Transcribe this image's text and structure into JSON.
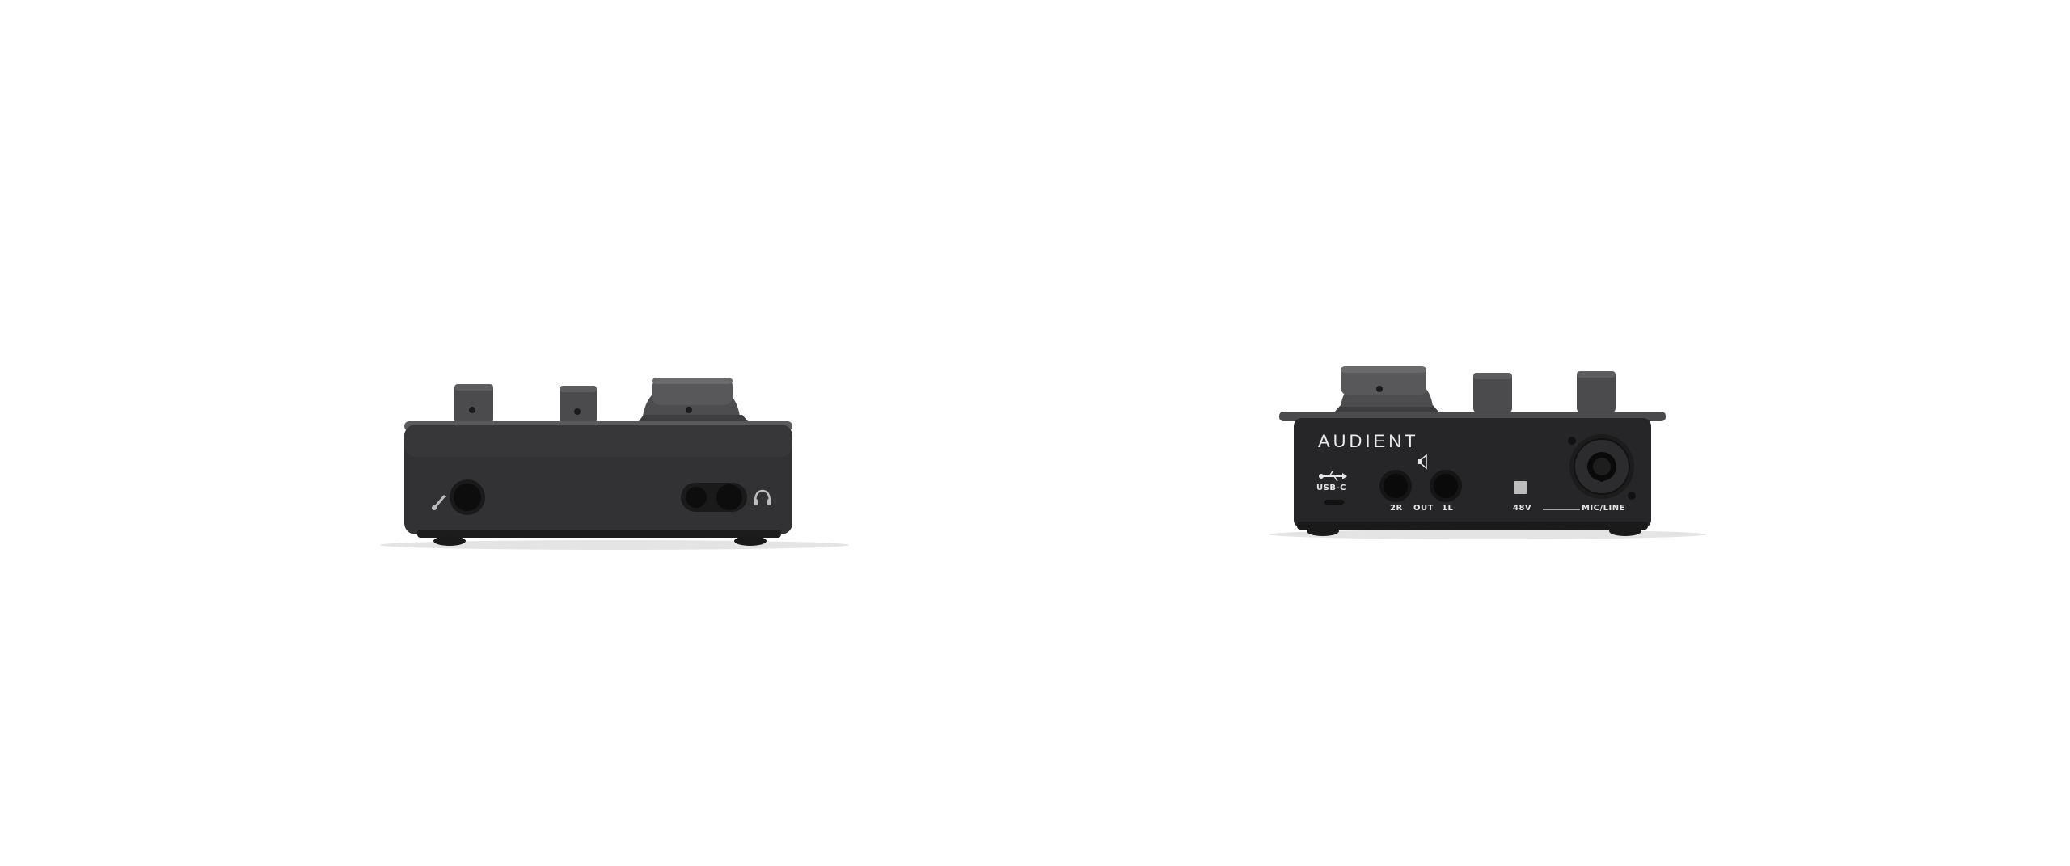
{
  "scene": {
    "description_free": true,
    "background_color": "#ffffff",
    "body_color": "#2f2f31",
    "knob_color": "#4a4a4c"
  },
  "rear_panel": {
    "brand": "AUDIENT",
    "usb_label": "USB-C",
    "out_labels": {
      "right": "2R",
      "center": "OUT",
      "left": "1L"
    },
    "phantom_label": "48V",
    "input_label": "MIC/LINE"
  },
  "icons": {
    "front_left": "instrument-icon",
    "front_right": "headphones-icon",
    "rear_usb": "usb-icon",
    "rear_speaker": "speaker-icon"
  }
}
